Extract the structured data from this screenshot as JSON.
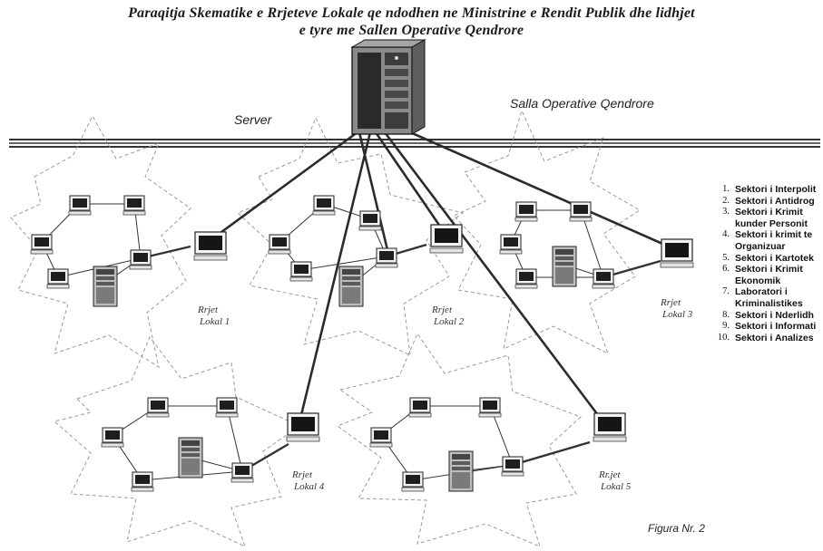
{
  "title_line1": "Paraqitja Skematike e Rrjeteve Lokale qe ndodhen ne Ministrine e Rendit Publik dhe lidhjet",
  "title_line2": "e tyre me Sallen Operative Qendrore",
  "server_label": "Server",
  "operations_room_label": "Salla Operative Qendrore",
  "networks": [
    {
      "line1": "Rrjet",
      "line2": "Lokal 1"
    },
    {
      "line1": "Rrjet",
      "line2": "Lokal 2"
    },
    {
      "line1": "Rrjet",
      "line2": "Lokal 3"
    },
    {
      "line1": "Rrjet",
      "line2": "Lokal 4"
    },
    {
      "line1": "Rr.jet",
      "line2": "Lokal 5"
    }
  ],
  "legend": [
    {
      "num": "1.",
      "text": "Sektori i Interpolit"
    },
    {
      "num": "2.",
      "text": "Sektori i Antidrog"
    },
    {
      "num": "3.",
      "text": "Sektori i Krimit"
    },
    {
      "num": "",
      "text": "kunder Personit"
    },
    {
      "num": "4.",
      "text": "Sektori i krimit te"
    },
    {
      "num": "",
      "text": "Organizuar"
    },
    {
      "num": "5.",
      "text": "Sektori i Kartotek"
    },
    {
      "num": "6.",
      "text": "Sektori i Krimit"
    },
    {
      "num": "",
      "text": "Ekonomik"
    },
    {
      "num": "7.",
      "text": "Laboratori i"
    },
    {
      "num": "",
      "text": "Kriminalistikes"
    },
    {
      "num": "8.",
      "text": "Sektori i Nderlidh"
    },
    {
      "num": "9.",
      "text": "Sektori i Informati"
    },
    {
      "num": "10.",
      "text": "Sektori i Analizes"
    }
  ],
  "figure_label": "Figura Nr. 2",
  "colors": {
    "line": "#2b2b2b",
    "dash": "#9a9a9a",
    "device": "#3a3a3a"
  }
}
